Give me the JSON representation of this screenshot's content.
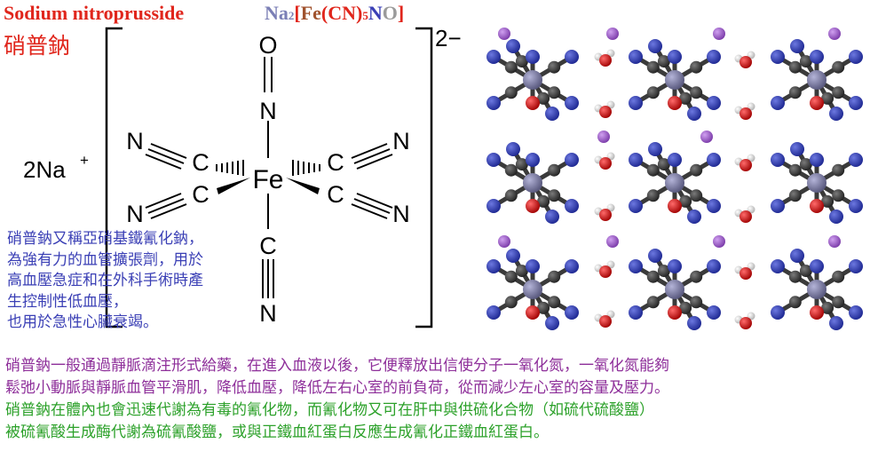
{
  "title": {
    "name_en": "Sodium nitroprusside",
    "name_zh": "硝普鈉"
  },
  "formula": {
    "na": "Na",
    "na_sub": "2",
    "lb": "[",
    "fe": "Fe",
    "lp": "(",
    "cn": "CN",
    "rp": ")",
    "cn_sub": "5",
    "n": "N",
    "o": "O",
    "rb": "]"
  },
  "structure": {
    "counter_ion": "2Na",
    "counter_charge": "+",
    "charge": "2−",
    "atoms": {
      "fe": "Fe",
      "n_top": "N",
      "o_top": "O",
      "c_bottom": "C",
      "n_bottom": "N",
      "c_left_upper": "C",
      "n_left_upper": "N",
      "c_right_upper": "C",
      "n_right_upper": "N",
      "c_left_lower": "C",
      "n_left_lower": "N",
      "c_right_lower": "C",
      "n_right_lower": "N"
    }
  },
  "description": {
    "lines": [
      "硝普鈉又稱亞硝基鐵氰化鈉，",
      "為強有力的血管擴張劑，用於",
      "高血壓急症和在外科手術時產",
      "生控制性低血壓，",
      "也用於急性心臟衰竭。"
    ]
  },
  "bottom_text": {
    "purple_lines": [
      "硝普鈉一般通過靜脈滴注形式給藥，在進入血液以後，它便釋放出信使分子一氧化氮，一氧化氮能夠",
      "鬆弛小動脈與靜脈血管平滑肌，降低血壓，降低左右心室的前負荷，從而減少左心室的容量及壓力。"
    ],
    "green_lines": [
      "硝普鈉在體內也會迅速代謝為有毒的氰化物，而氰化物又可在肝中與供硫化合物（如硫代硫酸鹽）",
      "被硫氰酸生成酶代謝為硫氰酸鹽，或與正鐵血紅蛋白反應生成氰化正鐵血紅蛋白。"
    ]
  },
  "colors": {
    "title": "#e0261c",
    "na": "#7b7fb6",
    "bracket": "#e0261c",
    "fe": "#a0522d",
    "cn": "#e0261c",
    "n": "#3a3fb5",
    "o": "#9b9b9b",
    "description": "#3a3fb5",
    "purple_text": "#8e2f9a",
    "green_text": "#2ca12a",
    "crystal_n": "#2b3aa8",
    "crystal_c": "#3a3a3a",
    "crystal_fe": "#7a7aa0",
    "crystal_o": "#d01010",
    "crystal_na": "#9b59c8",
    "crystal_h": "#ededed"
  }
}
